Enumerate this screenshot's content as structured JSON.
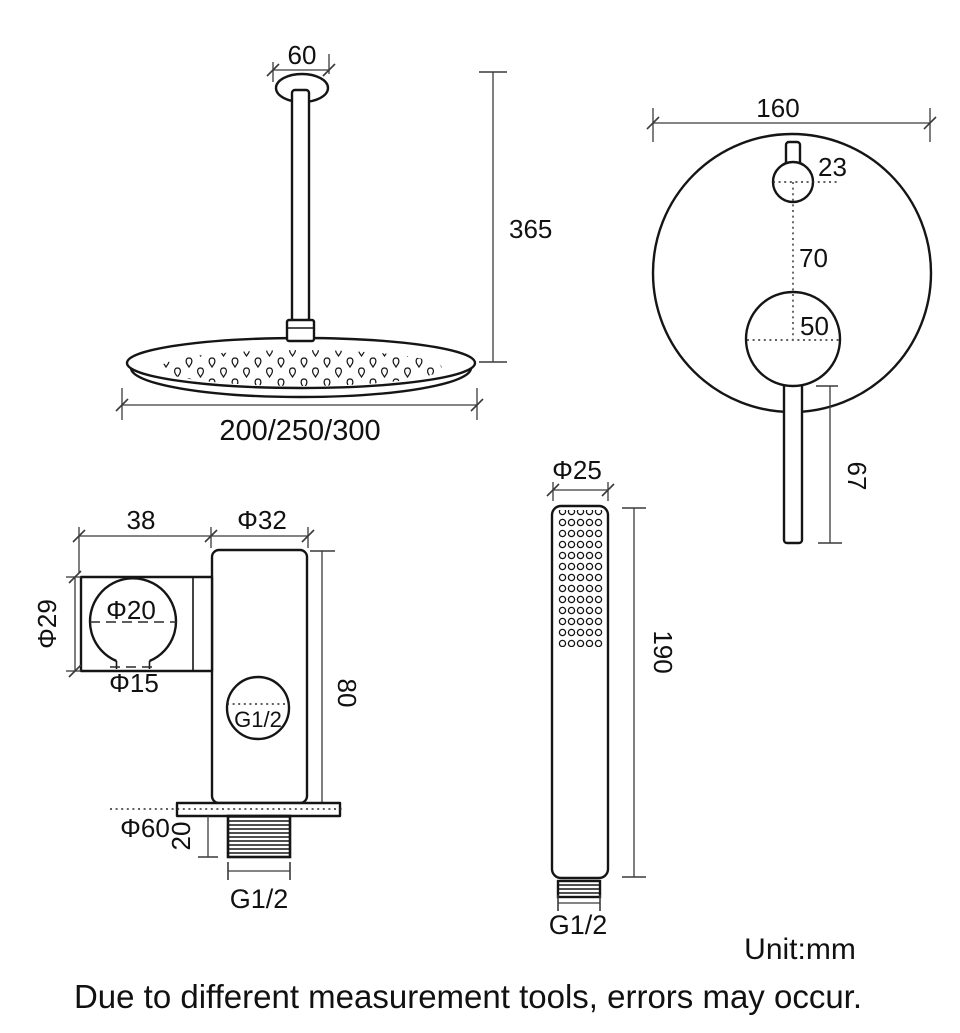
{
  "page": {
    "unit_note": "Unit:mm",
    "disclaimer": "Due to different measurement tools, errors may occur."
  },
  "ceiling_shower": {
    "flange_width": "60",
    "drop_height": "365",
    "head_diameter_options": "200/250/300"
  },
  "mixer_valve": {
    "plate_diameter": "160",
    "diverter_knob_diameter": "23",
    "knob_to_handle_distance": "70",
    "handle_hub_diameter": "50",
    "lever_length": "67"
  },
  "wall_bracket": {
    "holder_width": "38",
    "body_width": "Φ32",
    "holder_height": "Φ29",
    "ring_bore": "Φ20",
    "ring_opening": "Φ15",
    "body_height": "80",
    "outlet_bore": "G1/2",
    "flange_diameter": "Φ60",
    "thread_length": "20",
    "thread_spec": "G1/2"
  },
  "hand_shower": {
    "head_diameter": "Φ25",
    "body_length": "190",
    "thread_spec": "G1/2"
  }
}
